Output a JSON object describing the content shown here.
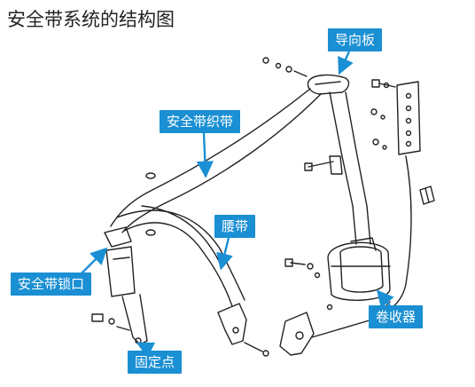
{
  "title": "安全带系统的结构图",
  "labels": {
    "guide_plate": "导向板",
    "webbing": "安全带织带",
    "lap_belt": "腰带",
    "buckle": "安全带锁口",
    "anchor": "固定点",
    "retractor": "卷收器"
  },
  "colors": {
    "label_bg": "#1a8fd3",
    "arrow": "#1a8fd3",
    "line": "#222222"
  }
}
